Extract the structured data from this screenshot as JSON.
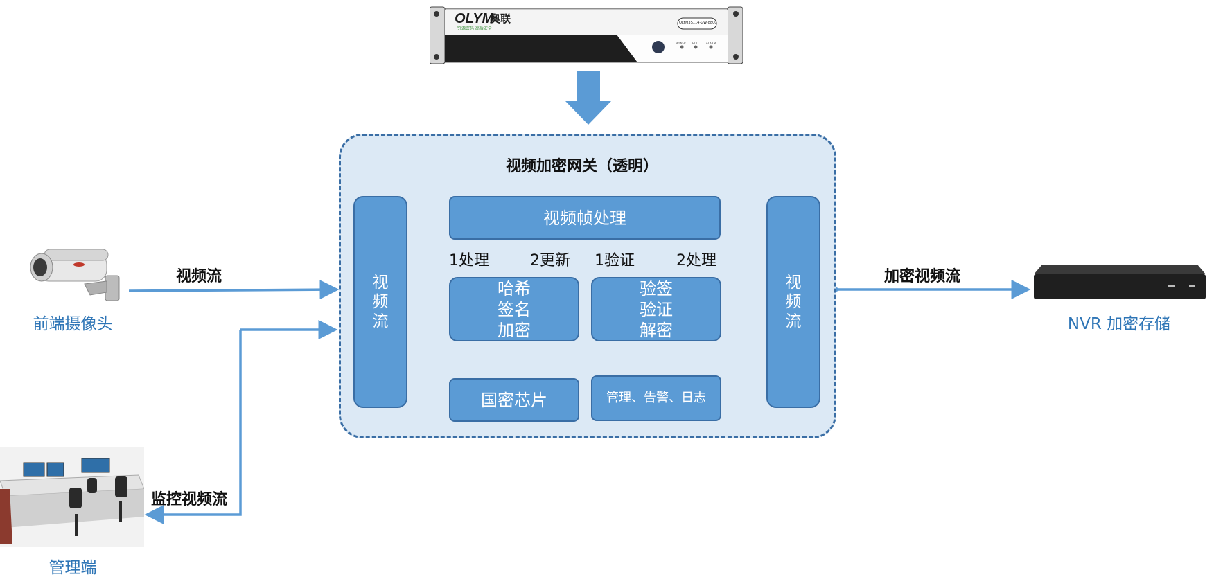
{
  "gateway": {
    "title": "视频加密网关（透明）",
    "left_stream": "视频流",
    "right_stream": "视频流",
    "frame_processing": "视频帧处理",
    "hash_box": "哈希签名加密",
    "verify_box": "验签验证解密",
    "chip_box": "国密芯片",
    "mgmt_box": "管理、告警、日志",
    "steps": [
      "1处理",
      "2更新",
      "1验证",
      "2处理"
    ]
  },
  "device": {
    "brand": "OLYM",
    "brand_cn": "奥联",
    "tagline": "究源密码 高盾安全",
    "model": "OLYM3S114-GW-8800",
    "indicators": [
      "POWER",
      "HDD",
      "ALARM"
    ]
  },
  "flows": {
    "camera_stream": "视频流",
    "nvr_stream": "加密视频流",
    "monitor_stream": "监控视频流"
  },
  "endpoints": {
    "camera": "前端摄像头",
    "nvr": "NVR 加密存储",
    "management": "管理端"
  },
  "colors": {
    "box_fill": "#5b9bd5",
    "box_border": "#3a6ea5",
    "gateway_fill": "#dce9f5",
    "label_blue": "#2e75b6"
  }
}
